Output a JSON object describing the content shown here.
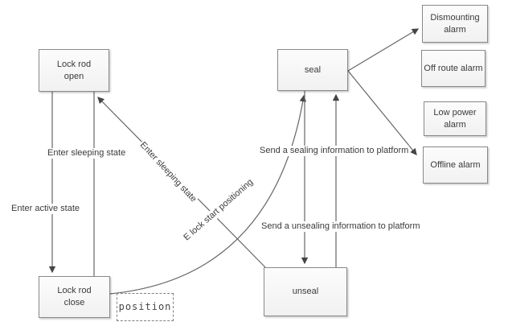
{
  "diagram": {
    "type": "state-transition-diagram",
    "colors": {
      "box_border": "#898989",
      "box_fill": "#f1f1f1",
      "line": "#666666",
      "arrowhead": "#454545",
      "text": "#3a3a3a",
      "background": "#ffffff"
    },
    "nodes": {
      "lock_rod_open": "Lock rod open",
      "lock_rod_close": "Lock rod close",
      "seal": "seal",
      "unseal": "unseal",
      "dismounting_alarm": "Dismounting alarm",
      "off_route_alarm": "Off route alarm",
      "low_power_alarm": "Low power alarm",
      "offline_alarm": "Offline alarm",
      "position": "position"
    },
    "edge_labels": {
      "enter_sleeping_state": "Enter sleeping state",
      "enter_sleeping_state_diagonal": "Enter sleeping state",
      "enter_active_state": "Enter active state",
      "e_lock_start_positioning": "E lock start positioning",
      "send_sealing": "Send a sealing information to platform",
      "send_unsealing": "Send a unsealing information to platform"
    },
    "edges": [
      {
        "from": "lock_rod_open",
        "to": "lock_rod_close",
        "label": "Enter active state"
      },
      {
        "from": "lock_rod_close",
        "to": "lock_rod_open",
        "label": "Enter sleeping state"
      },
      {
        "from": "unseal",
        "to": "lock_rod_open",
        "label": "Enter sleeping state"
      },
      {
        "from": "lock_rod_close",
        "to": "seal",
        "label": "E lock start positioning",
        "style": "curved"
      },
      {
        "from": "seal",
        "to": "unseal",
        "label": "Send a unsealing information to platform"
      },
      {
        "from": "unseal",
        "to": "seal",
        "label": "Send a sealing information to platform"
      },
      {
        "from": "seal",
        "to": "dismounting_alarm",
        "label": ""
      },
      {
        "from": "seal",
        "to": "offline_alarm",
        "label": ""
      }
    ]
  }
}
